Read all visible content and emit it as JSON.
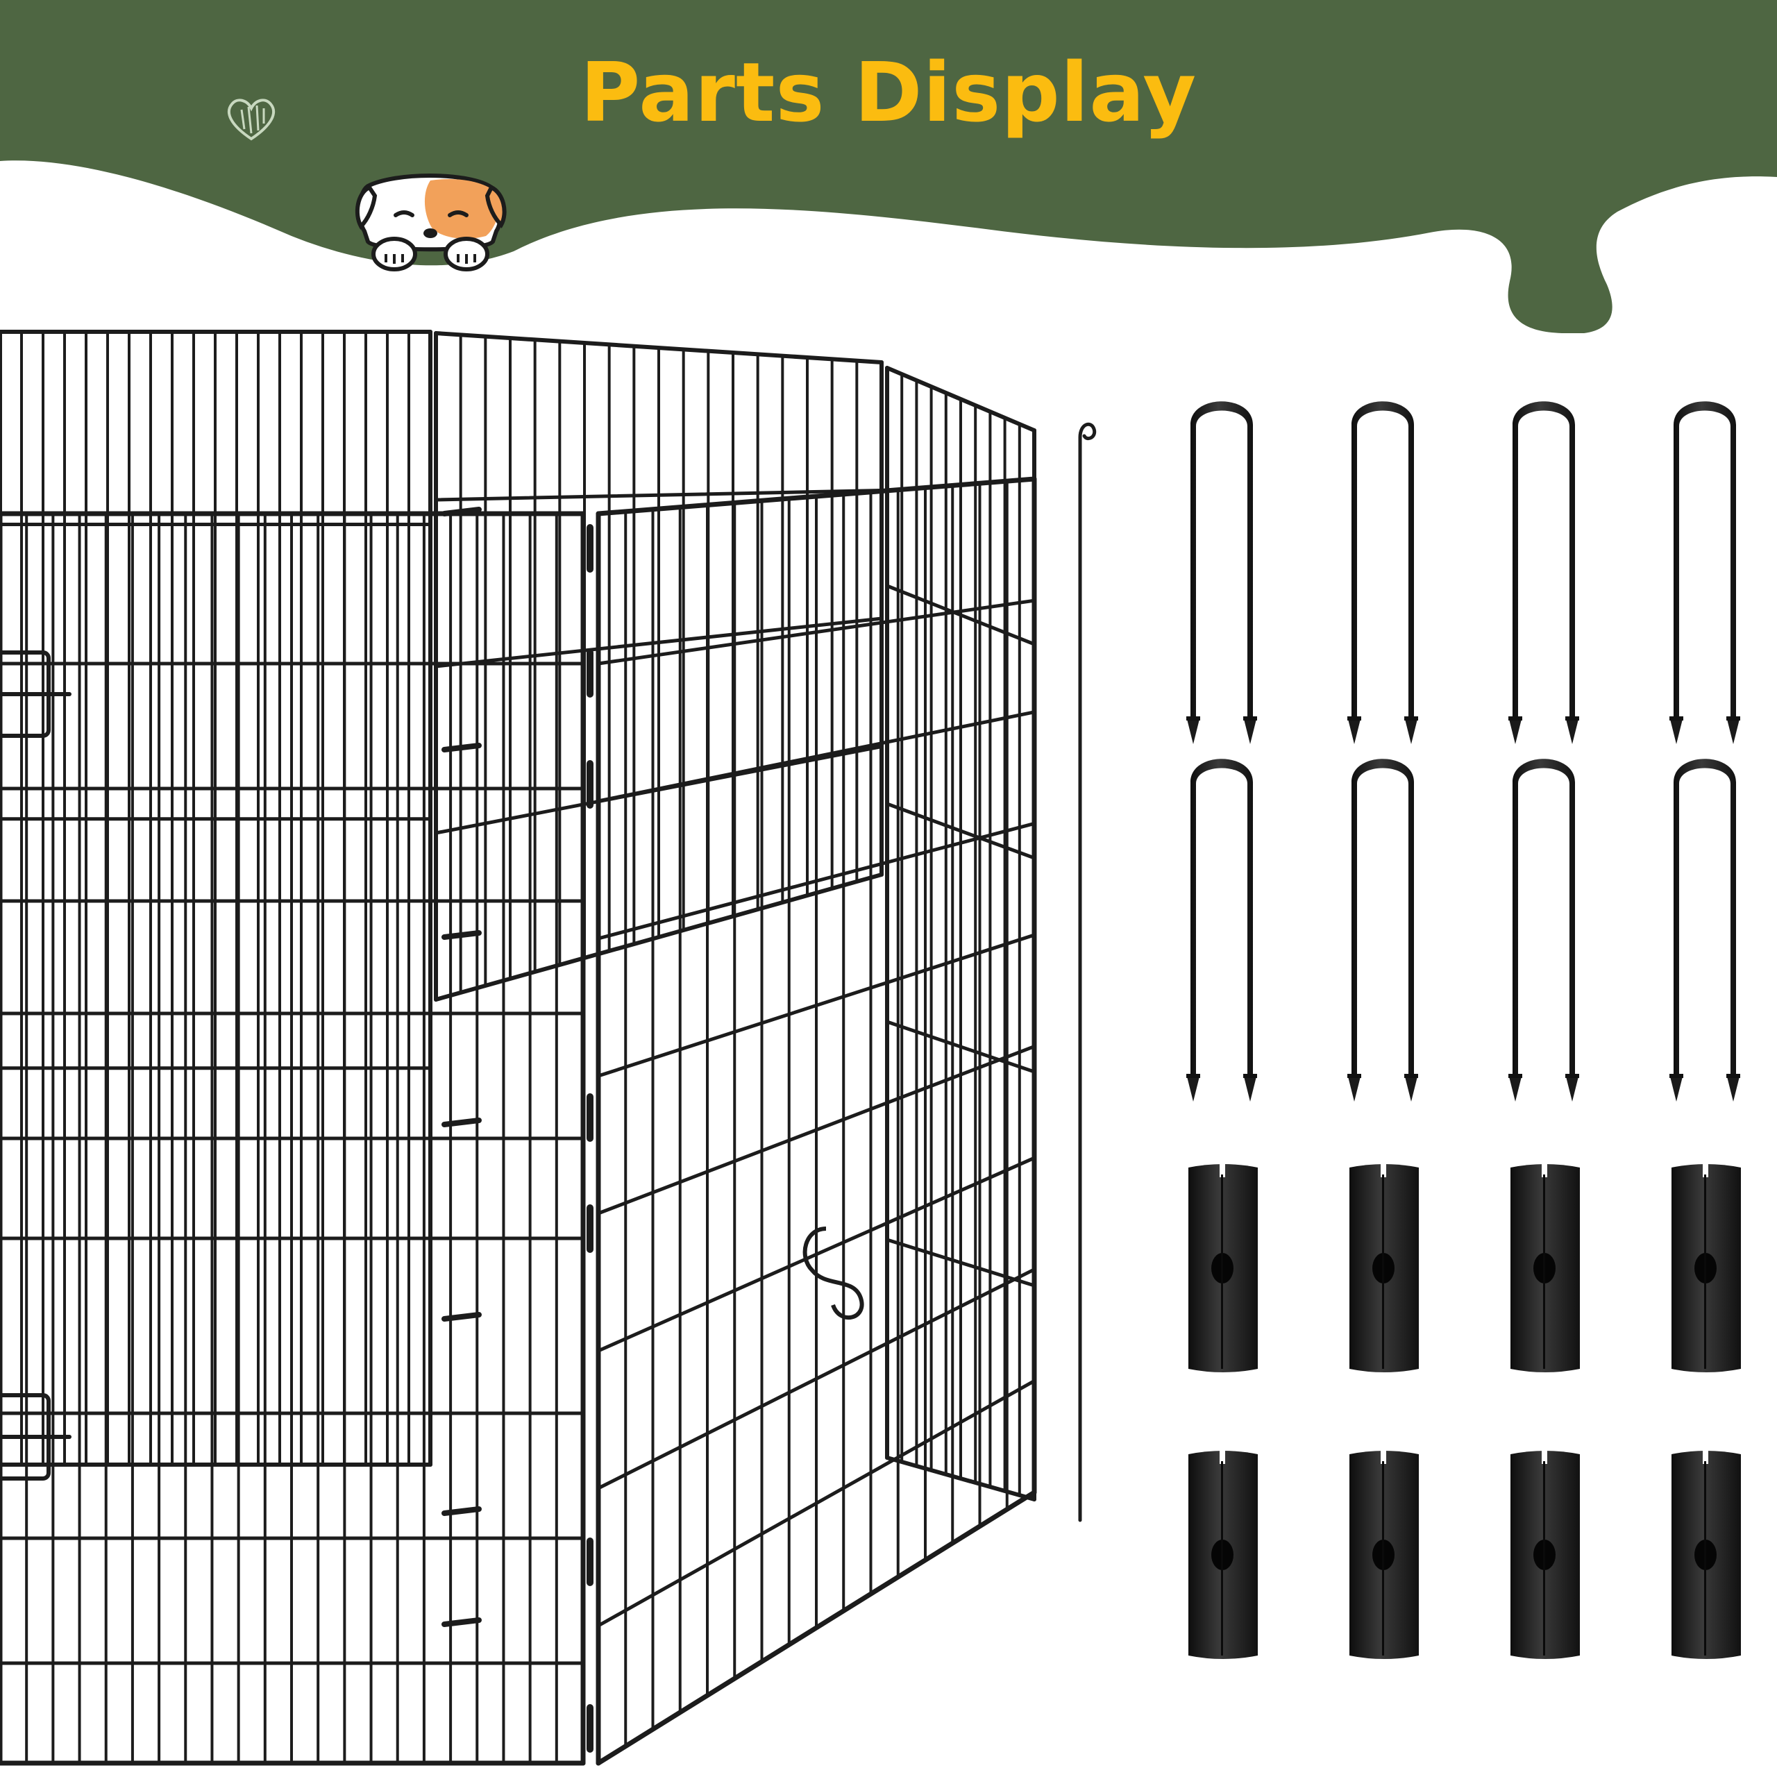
{
  "title": "Parts Display",
  "colors": {
    "banner_green": "#4e6642",
    "title_yellow": "#fbbc10",
    "wire_black": "#1c1c1c",
    "dog_orange": "#f2a15a",
    "heart_green": "#c8d8bf"
  },
  "icons": {
    "heart": "heart-doodle-icon",
    "mascot": "peeking-dog-icon"
  },
  "parts": {
    "playpen": "folding-wire-playpen",
    "rod": "latch-rod",
    "ground_stakes": 8,
    "panel_connectors": 8
  }
}
